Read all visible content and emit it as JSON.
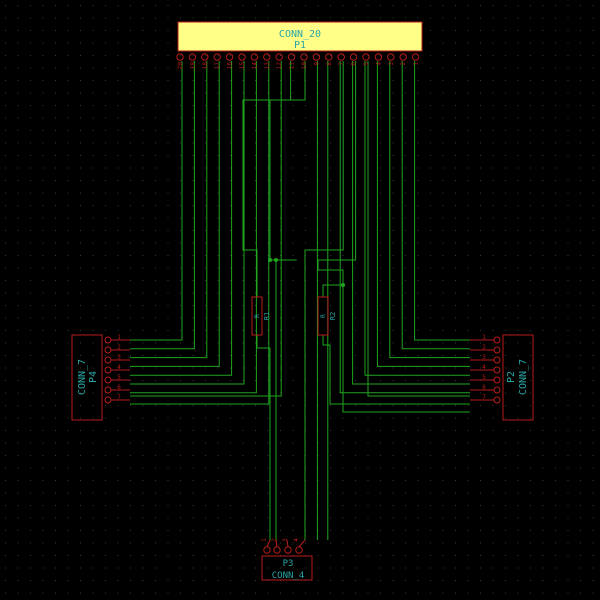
{
  "colors": {
    "background": "#000000",
    "grid_dot": "#3a3a3a",
    "wire": "#1fa51f",
    "component": "#b81c1c",
    "pin_number": "#b81c1c",
    "text": "#2aa5a5",
    "p1_fill": "#ffff88",
    "junction": "#1fa51f"
  },
  "p1": {
    "value": "CONN_20",
    "ref": "P1"
  },
  "p4": {
    "value": "CONN_7",
    "ref": "P4",
    "pins": [
      "1",
      "2",
      "3",
      "4",
      "5",
      "6",
      "7"
    ]
  },
  "p2": {
    "value": "CONN_7",
    "ref": "P2",
    "pins": [
      "1",
      "2",
      "3",
      "4",
      "5",
      "6",
      "7"
    ]
  },
  "p3": {
    "value": "CONN_4",
    "ref": "P3",
    "pins": [
      "1",
      "2",
      "3",
      "4"
    ]
  },
  "r1": {
    "ref": "R1",
    "value": "R"
  },
  "r2": {
    "ref": "R2",
    "value": "R"
  },
  "p1_pin_labels": [
    "20",
    "19",
    "18",
    "17",
    "16",
    "15",
    "14",
    "13",
    "12",
    "11",
    "10",
    "9",
    "8",
    "7",
    "6",
    "5",
    "4",
    "3",
    "2",
    "1"
  ]
}
